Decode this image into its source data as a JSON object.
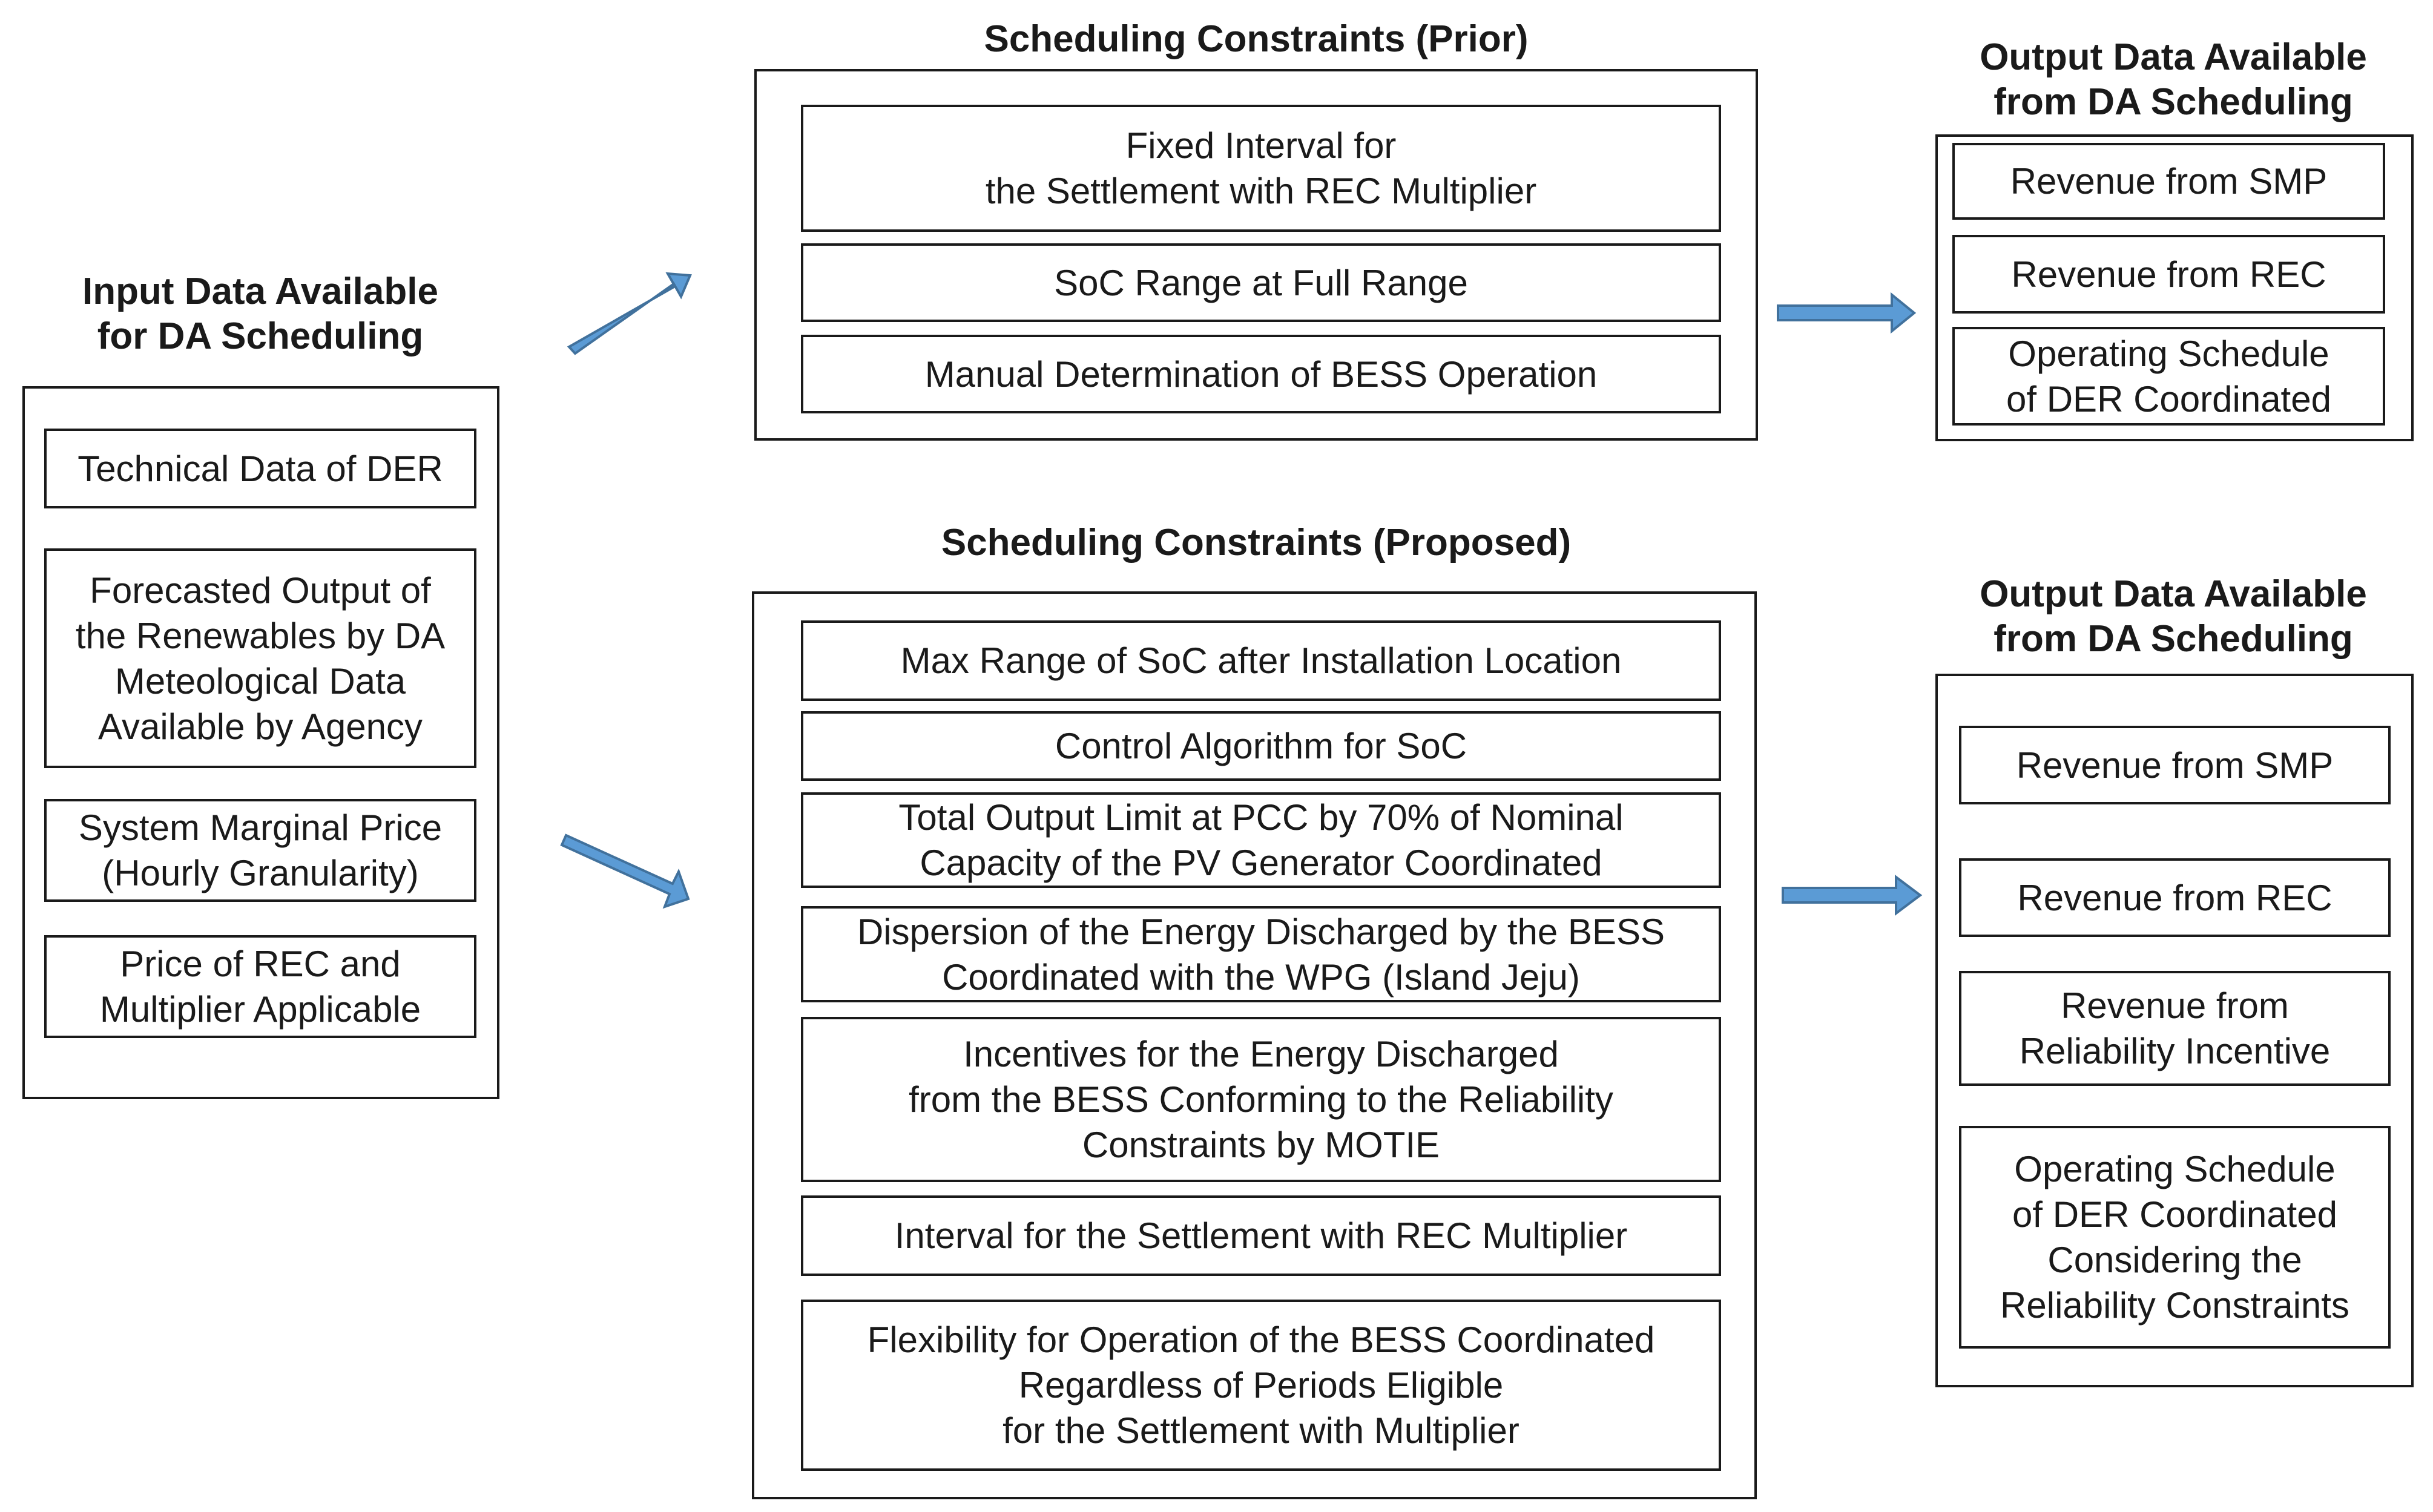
{
  "input": {
    "title": "Input Data Available\nfor DA Scheduling",
    "items": [
      "Technical Data of DER",
      "Forecasted Output of\nthe Renewables by DA\nMeteological Data\nAvailable by Agency",
      "System Marginal Price\n(Hourly Granularity)",
      "Price of REC and\nMultiplier Applicable"
    ]
  },
  "prior": {
    "title": "Scheduling Constraints (Prior)",
    "items": [
      "Fixed Interval for\nthe Settlement with REC Multiplier",
      "SoC Range at Full Range",
      "Manual Determination of BESS Operation"
    ]
  },
  "proposed": {
    "title": "Scheduling Constraints (Proposed)",
    "items": [
      "Max Range of SoC after Installation Location",
      "Control Algorithm for SoC",
      "Total Output Limit at PCC by 70% of Nominal\nCapacity of the PV Generator Coordinated",
      "Dispersion of the Energy Discharged by the BESS\nCoordinated with the WPG (Island Jeju)",
      "Incentives for the Energy Discharged\nfrom the BESS Conforming to the Reliability\nConstraints by MOTIE",
      "Interval for the Settlement with REC Multiplier",
      "Flexibility for Operation of the BESS Coordinated\nRegardless of Periods Eligible\nfor the Settlement with Multiplier"
    ]
  },
  "output_prior": {
    "title": "Output Data Available\nfrom DA Scheduling",
    "items": [
      "Revenue from SMP",
      "Revenue from REC",
      "Operating Schedule\nof DER Coordinated"
    ]
  },
  "output_proposed": {
    "title": "Output Data Available\nfrom DA Scheduling",
    "items": [
      "Revenue from SMP",
      "Revenue from REC",
      "Revenue from\nReliability Incentive",
      "Operating Schedule\nof DER Coordinated\nConsidering the\nReliability Constraints"
    ]
  },
  "colors": {
    "arrow_fill": "#5b9bd5",
    "arrow_stroke": "#41719c",
    "border": "#1a1a1a"
  }
}
